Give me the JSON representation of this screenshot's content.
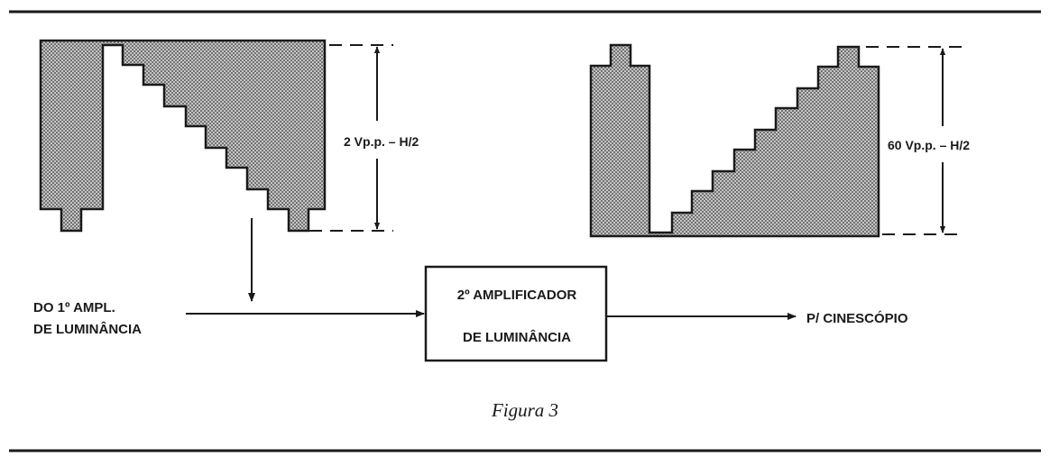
{
  "figure": {
    "caption": "Figura 3"
  },
  "waveforms": {
    "input_amplitude": "2 Vp.p. – H/2",
    "output_amplitude": "60 Vp.p. – H/2"
  },
  "block_diagram": {
    "input_label_line1": "DO 1º AMPL.",
    "input_label_line2": "DE LUMINÂNCIA",
    "amplifier_line1": "2º AMPLIFICADOR",
    "amplifier_line2": "DE LUMINÂNCIA",
    "output_label": "P/ CINESCÓPIO"
  },
  "colors": {
    "ink": "#1a1a1a",
    "fill": "#8f8f8f"
  }
}
